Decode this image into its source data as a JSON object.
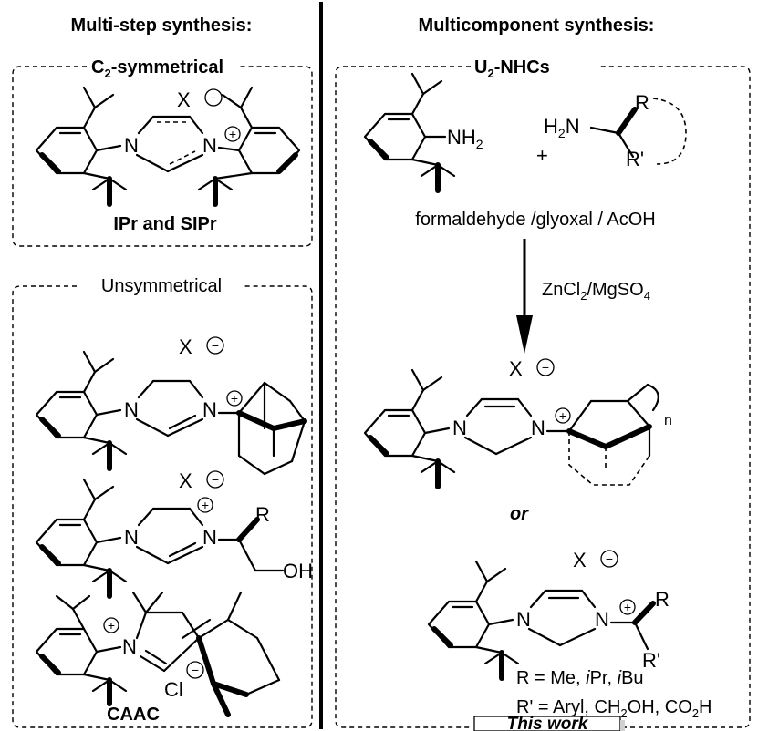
{
  "headers": {
    "left": "Multi-step synthesis:",
    "right": "Multicomponent synthesis:"
  },
  "c2_box": {
    "title_main": "C",
    "title_sub": "2",
    "title_rest": "-symmetrical",
    "anion": "X",
    "caption": "IPr and SIPr"
  },
  "unsym_box": {
    "title": "Unsymmetrical",
    "anion1": "X",
    "anion2": "X",
    "substituent_r": "R",
    "hydroxyl": "OH",
    "chloride": "Cl",
    "caption": "CAAC"
  },
  "u2_box": {
    "title_main": "U",
    "title_sub": "2",
    "title_rest": "-NHCs",
    "nh2_left": "NH",
    "nh2_left_sub": "2",
    "h2n_h": "H",
    "h2n_sub": "2",
    "h2n_n": "N",
    "r_label": "R",
    "r_prime_label": "R'",
    "plus": "+",
    "reagents_line": "formaldehyde /glyoxal / AcOH",
    "catalyst_main": "ZnCl",
    "catalyst_sub1": "2",
    "catalyst_mid": "/MgSO",
    "catalyst_sub2": "4",
    "anion1": "X",
    "ring_size": "n",
    "or_label": "or",
    "anion2": "X",
    "prod_r": "R",
    "prod_r_prime": "R'",
    "r_defs_prefix": "R = Me, ",
    "r_defs_i1": "i",
    "r_defs_mid": "Pr, ",
    "r_defs_i2": "i",
    "r_defs_end": "Bu",
    "rp_defs_prefix": "R' = Aryl, CH",
    "rp_defs_sub": "2",
    "rp_defs_mid": "OH, CO",
    "rp_defs_sub2": "2",
    "rp_defs_end": "H",
    "this_work": "This work"
  },
  "atoms": {
    "n": "N",
    "plus": "+",
    "minus": "−"
  }
}
